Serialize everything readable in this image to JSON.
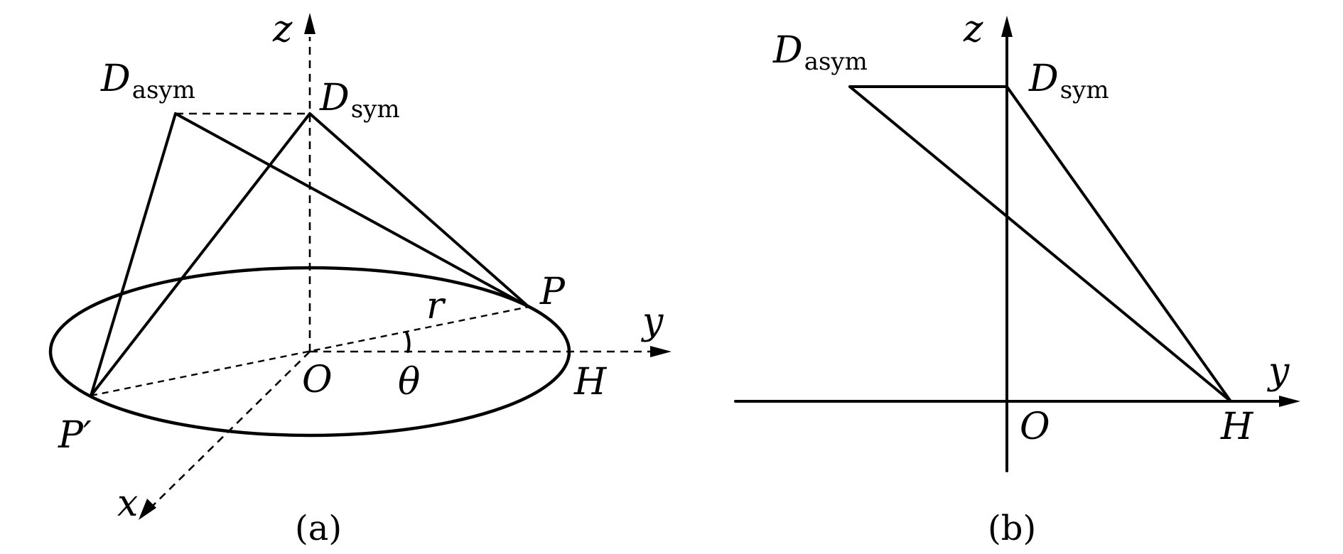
{
  "panel_a": {
    "caption": "(a)",
    "axes": {
      "z": "z",
      "y": "y",
      "x": "x"
    },
    "points": {
      "D_asym_main": "D",
      "D_asym_sub": "asym",
      "D_sym_main": "D",
      "D_sym_sub": "sym",
      "P": "P",
      "P_prime": "P′",
      "O": "O",
      "H": "H"
    },
    "radius_label": "r",
    "angle_label": "θ"
  },
  "panel_b": {
    "caption": "(b)",
    "axes": {
      "z": "z",
      "y": "y"
    },
    "points": {
      "D_asym_main": "D",
      "D_asym_sub": "asym",
      "D_sym_main": "D",
      "D_sym_sub": "sym",
      "O": "O",
      "H": "H"
    }
  }
}
